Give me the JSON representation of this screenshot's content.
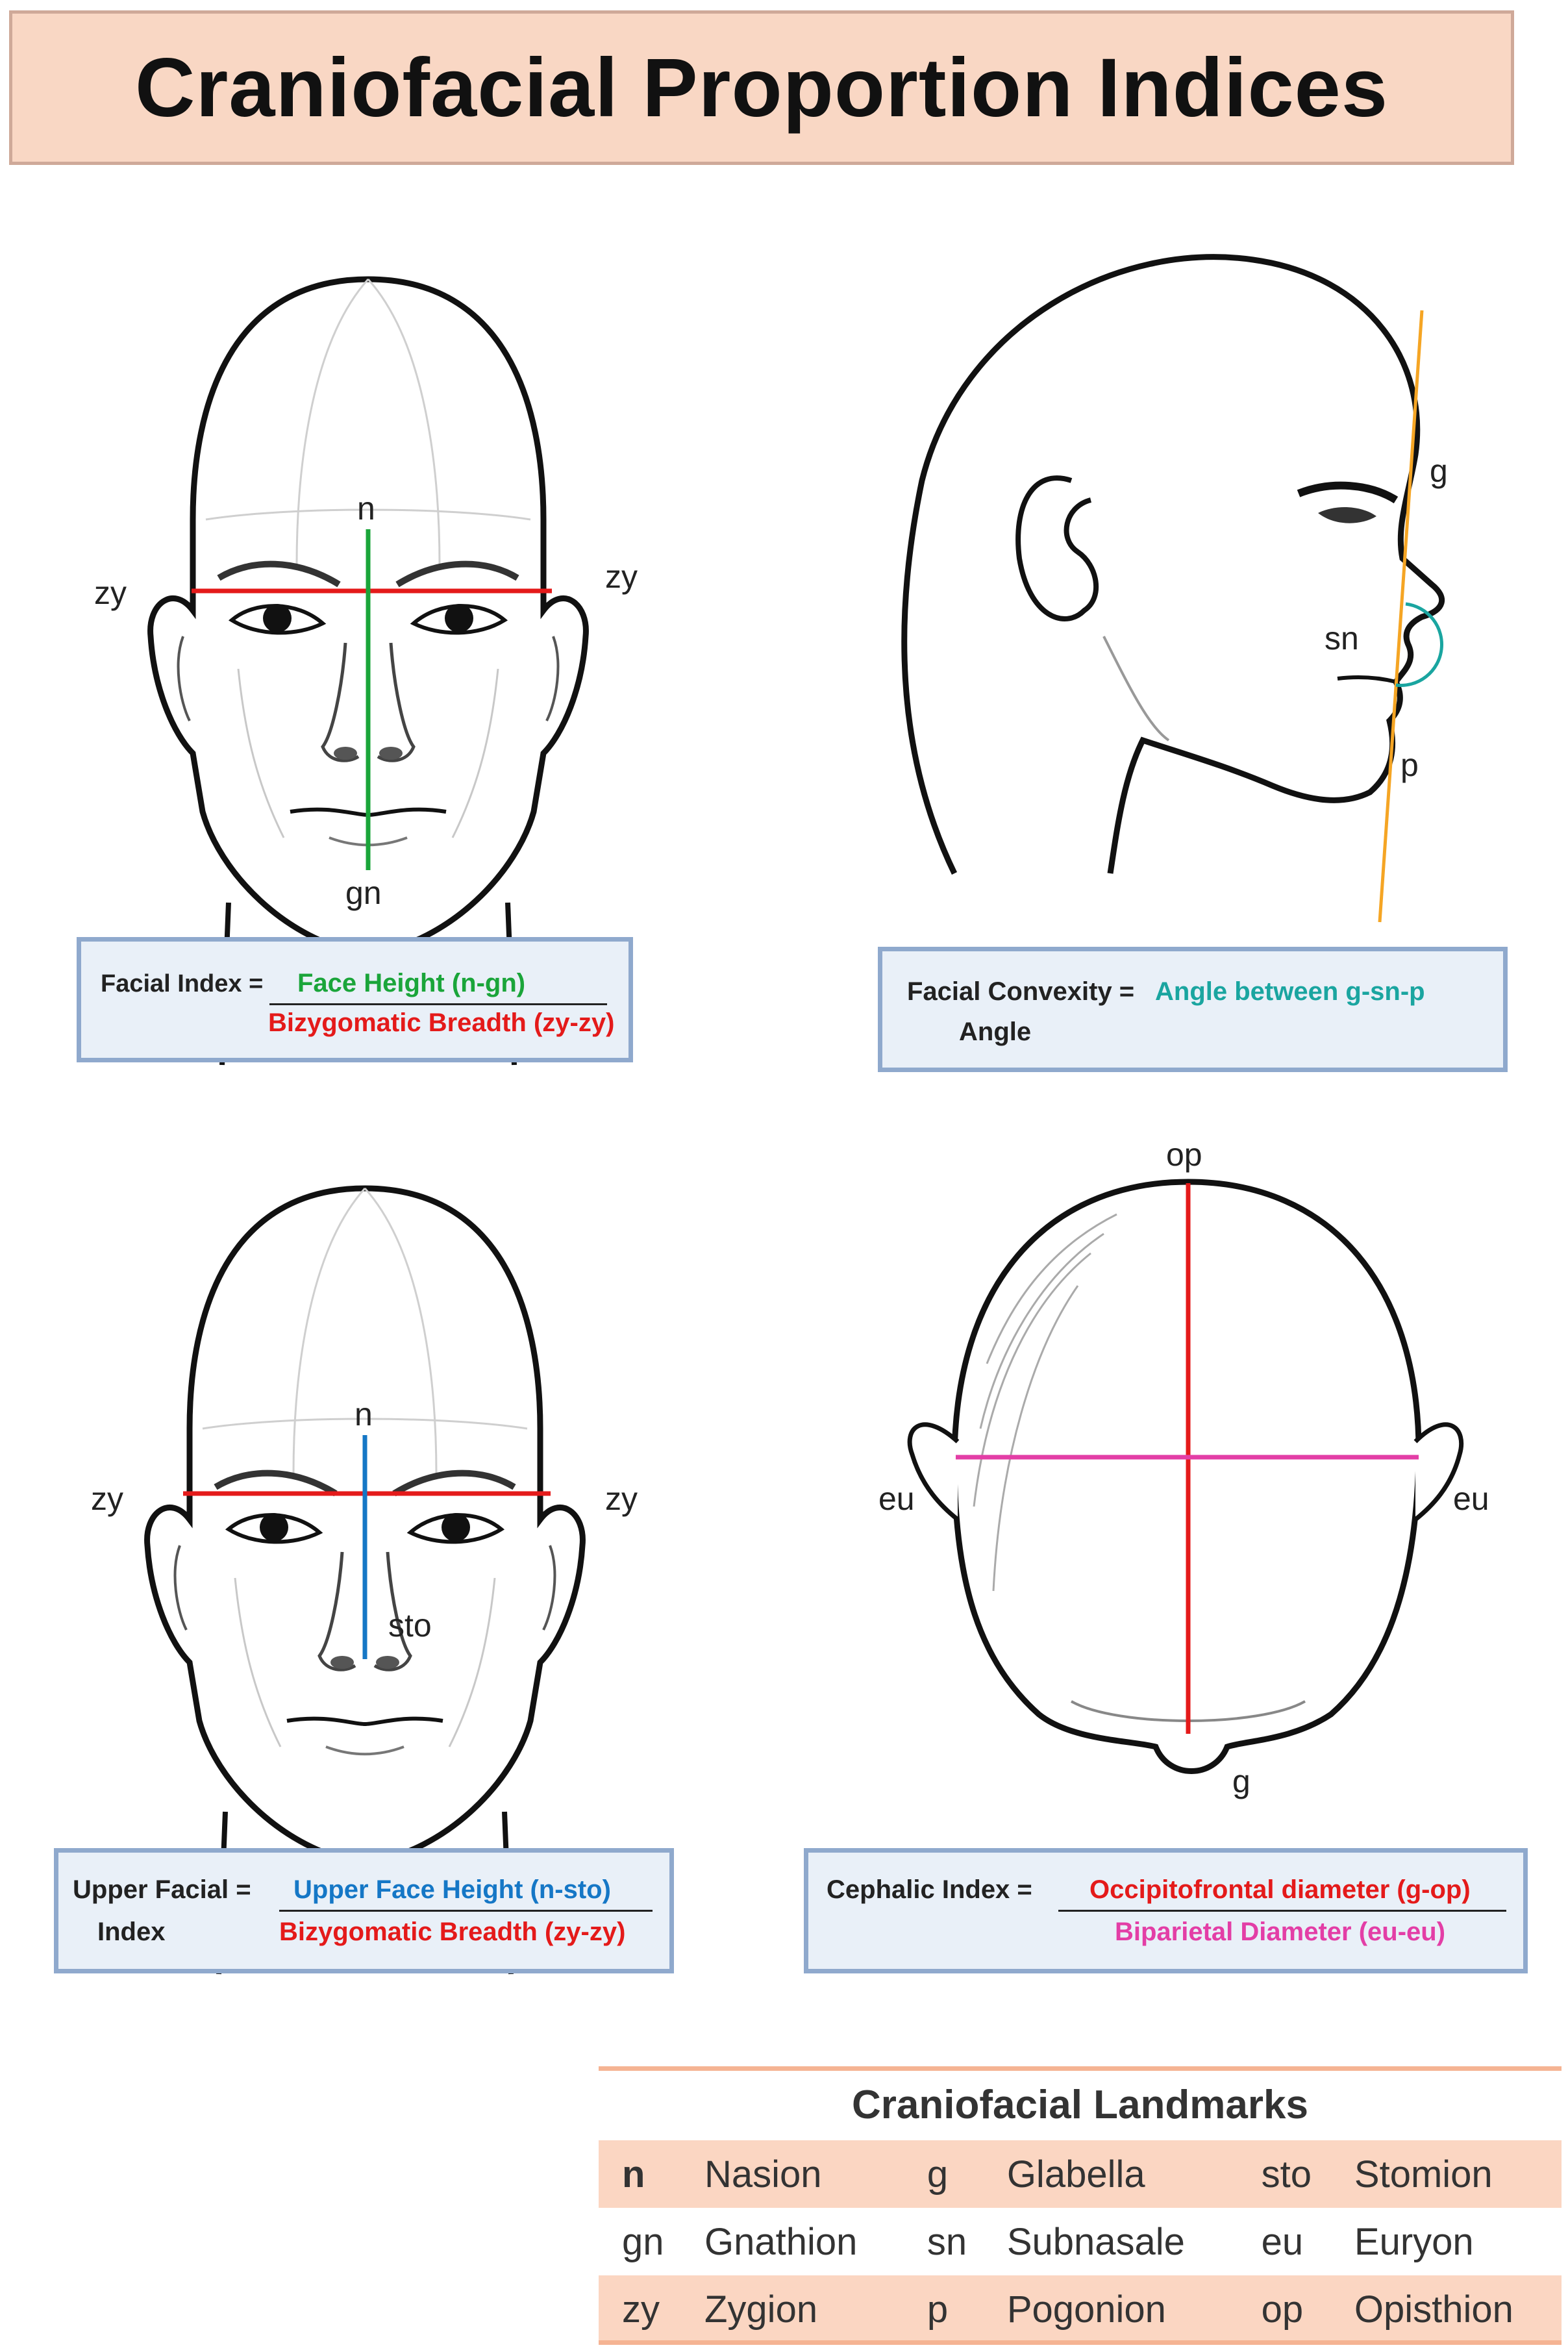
{
  "title": "Craniofacial Proportion Indices",
  "panels": {
    "front_top": {
      "n": "n",
      "gn": "gn",
      "zy_left": "zy",
      "zy_right": "zy"
    },
    "profile": {
      "g": "g",
      "sn": "sn",
      "p": "p"
    },
    "front_bottom": {
      "n": "n",
      "sto": "sto",
      "zy_left": "zy",
      "zy_right": "zy"
    },
    "top_view": {
      "op": "op",
      "g": "g",
      "eu_left": "eu",
      "eu_right": "eu"
    }
  },
  "formulas": {
    "facial_index": {
      "label": "Facial Index =",
      "numerator": "Face Height  (n-gn)",
      "denominator": "Bizygomatic Breadth (zy-zy)"
    },
    "facial_convexity": {
      "label_line1": "Facial Convexity =",
      "label_line2": "Angle",
      "value": "Angle between g-sn-p"
    },
    "upper_facial_index": {
      "label_line1": "Upper Facial =",
      "label_line2": "Index",
      "numerator": "Upper Face Height (n-sto)",
      "denominator": "Bizygomatic Breadth (zy-zy)"
    },
    "cephalic_index": {
      "label": "Cephalic Index =",
      "numerator": "Occipitofrontal diameter (g-op)",
      "denominator": "Biparietal Diameter (eu-eu)"
    }
  },
  "landmarks": {
    "title": "Craniofacial Landmarks",
    "rows": [
      [
        {
          "abbr": "n",
          "name": "Nasion"
        },
        {
          "abbr": "g",
          "name": "Glabella"
        },
        {
          "abbr": "sto",
          "name": "Stomion"
        }
      ],
      [
        {
          "abbr": "gn",
          "name": "Gnathion"
        },
        {
          "abbr": "sn",
          "name": "Subnasale"
        },
        {
          "abbr": "eu",
          "name": "Euryon"
        }
      ],
      [
        {
          "abbr": "zy",
          "name": "Zygion"
        },
        {
          "abbr": "p",
          "name": "Pogonion"
        },
        {
          "abbr": "op",
          "name": "Opisthion"
        }
      ]
    ]
  },
  "colors": {
    "green": "#1aa53a",
    "red": "#e41a1a",
    "blue": "#1577c6",
    "teal": "#1aa5a0",
    "magenta": "#e33ea6",
    "orange": "#f5a524",
    "title_bg": "#f9d7c4",
    "formula_bg": "#e9f0f8",
    "formula_border": "#8fa9cd"
  }
}
